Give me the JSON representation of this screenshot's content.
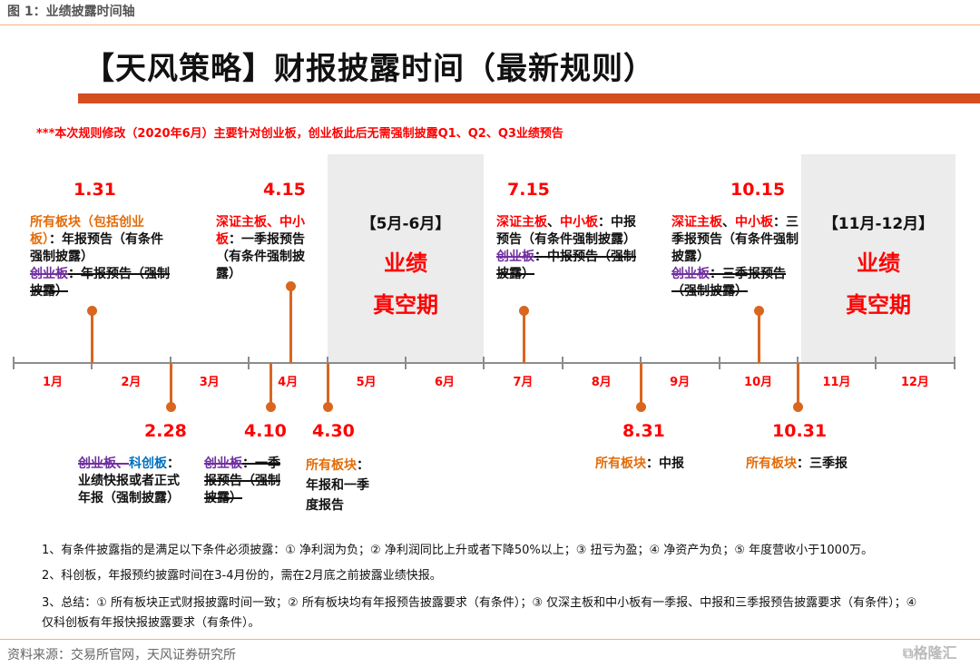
{
  "figure_title": "图 1：业绩披露时间轴",
  "main_title": "【天风策略】财报披露时间（最新规则）",
  "note": "***本次规则修改（2020年6月）主要针对创业板，创业板此后无需强制披露Q1、Q2、Q3业绩预告",
  "months": [
    "1月",
    "2月",
    "3月",
    "4月",
    "5月",
    "6月",
    "7月",
    "8月",
    "9月",
    "10月",
    "11月",
    "12月"
  ],
  "gaps": [
    {
      "head": "【5月-6月】",
      "line1": "业绩",
      "line2": "真空期"
    },
    {
      "head": "【11月-12月】",
      "line1": "业绩",
      "line2": "真空期"
    }
  ],
  "events": {
    "d0131": {
      "date": "1.31",
      "a": "所有板块（包括创业板）",
      "b": "：年报预告（有条件强制披露）",
      "c": "创业板",
      "d": "：年报预告（强制披露）"
    },
    "d0228": {
      "date": "2.28",
      "a": "创业板、",
      "b": "科创板",
      "c": "：业绩快报或者正式年报（强制披露）"
    },
    "d0410": {
      "date": "4.10",
      "a": "创业板",
      "b": "：一季报预告（强制披露）"
    },
    "d0415": {
      "date": "4.15",
      "a": "深证主板、中小板",
      "b": "：一季报预告（有条件强制披露）"
    },
    "d0430": {
      "date": "4.30",
      "a": "所有板块",
      "b": "：年报和一季度报告"
    },
    "d0715": {
      "date": "7.15",
      "a": "深证主板",
      "a2": "、",
      "a3": "中小板",
      "b": "：中报预告（有条件强制披露）",
      "c": "创业板",
      "d": "：中报预告（强制披露）"
    },
    "d0831": {
      "date": "8.31",
      "a": "所有板块",
      "b": "：中报"
    },
    "d1015": {
      "date": "10.15",
      "a": "深证主板",
      "a2": "、",
      "a3": "中小板",
      "b": "：三季报预告（有条件强制披露）",
      "c": "创业板",
      "d": "：三季报预告（强制披露）"
    },
    "d1031": {
      "date": "10.31",
      "a": "所有板块",
      "b": "：三季报"
    }
  },
  "footnotes": [
    "1、有条件披露指的是满足以下条件必须披露：① 净利润为负；② 净利润同比上升或者下降50%以上；③ 扭亏为盈；④ 净资产为负；⑤ 年度营收小于1000万。",
    "2、科创板，年报预约披露时间在3-4月份的，需在2月底之前披露业绩快报。",
    "3、总结：① 所有板块正式财报披露时间一致；② 所有板块均有年报预告披露要求（有条件）；③ 仅深主板和中小板有一季报、中报和三季报预告披露要求（有条件）；④ 仅科创板有年报快报披露要求（有条件）。"
  ],
  "source": "资料来源：交易所官网，天风证券研究所",
  "watermark": "格隆汇",
  "colors": {
    "accent": "#d44e20",
    "date": "#ff0000",
    "stem": "#d9661f",
    "all_boards": "#e36c09",
    "chinext": "#7030a0",
    "star": "#0070c0"
  }
}
